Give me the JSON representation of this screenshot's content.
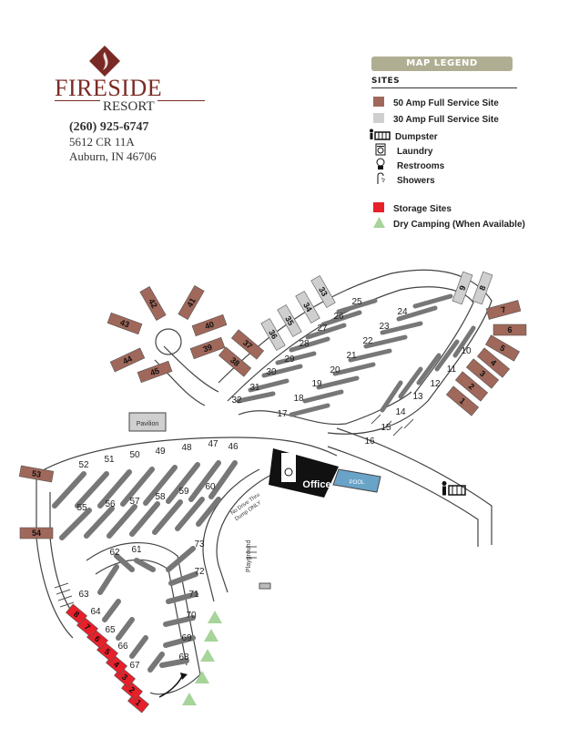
{
  "header": {
    "logo_word": "FIRESIDE",
    "logo_sub": "RESORT",
    "phone": "(260) 925-6747",
    "address_line1": "5612 CR 11A",
    "address_line2": "Auburn, IN 46706"
  },
  "legend": {
    "title": "MAP LEGEND",
    "section": "SITES",
    "items": [
      {
        "label": "50 Amp Full Service Site",
        "icon": "brown-square",
        "color": "#a0685a"
      },
      {
        "label": "30 Amp Full Service Site",
        "icon": "gray-square",
        "color": "#cfcfcf"
      },
      {
        "label": "Dumpster",
        "icon": "dumpster-icon"
      },
      {
        "label": "Laundry",
        "icon": "laundry-icon"
      },
      {
        "label": "Restrooms",
        "icon": "restroom-icon"
      },
      {
        "label": "Showers",
        "icon": "shower-icon"
      },
      {
        "label": "Storage Sites",
        "icon": "red-square",
        "color": "#e8202a"
      },
      {
        "label": "Dry Camping (When Available)",
        "icon": "green-triangle",
        "color": "#a6d49a"
      }
    ]
  },
  "map": {
    "pavilion_label": "Pavilion",
    "office_label": "Office",
    "pool_label": "POOL",
    "playground_label": "Playground",
    "sign_line1": "No Drive Thru",
    "sign_line2": "Dump ONLY",
    "colors": {
      "fifty_amp": "#a0685a",
      "thirty_amp": "#cfcfcf",
      "storage": "#e8202a",
      "dry": "#a6d49a",
      "slot": "#777777",
      "road": "#444444"
    },
    "brown_sites": [
      "1",
      "2",
      "3",
      "4",
      "5",
      "6",
      "7",
      "37",
      "38",
      "39",
      "40",
      "41",
      "42",
      "43",
      "44",
      "45",
      "53",
      "54"
    ],
    "gray_sites": [
      "8",
      "9",
      "33",
      "34",
      "35",
      "36"
    ],
    "storage_sites": [
      "1",
      "2",
      "3",
      "4",
      "5",
      "6",
      "7",
      "8"
    ],
    "inner_sites": [
      "10",
      "11",
      "12",
      "13",
      "14",
      "15",
      "16",
      "17",
      "18",
      "19",
      "20",
      "21",
      "22",
      "23",
      "24",
      "25",
      "26",
      "27",
      "28",
      "29",
      "30",
      "31",
      "32"
    ],
    "lower_sites": [
      "46",
      "47",
      "48",
      "49",
      "50",
      "51",
      "52",
      "55",
      "56",
      "57",
      "58",
      "59",
      "60",
      "61",
      "62",
      "63",
      "64",
      "65",
      "66",
      "67",
      "68",
      "69",
      "70",
      "71",
      "72",
      "73"
    ]
  }
}
